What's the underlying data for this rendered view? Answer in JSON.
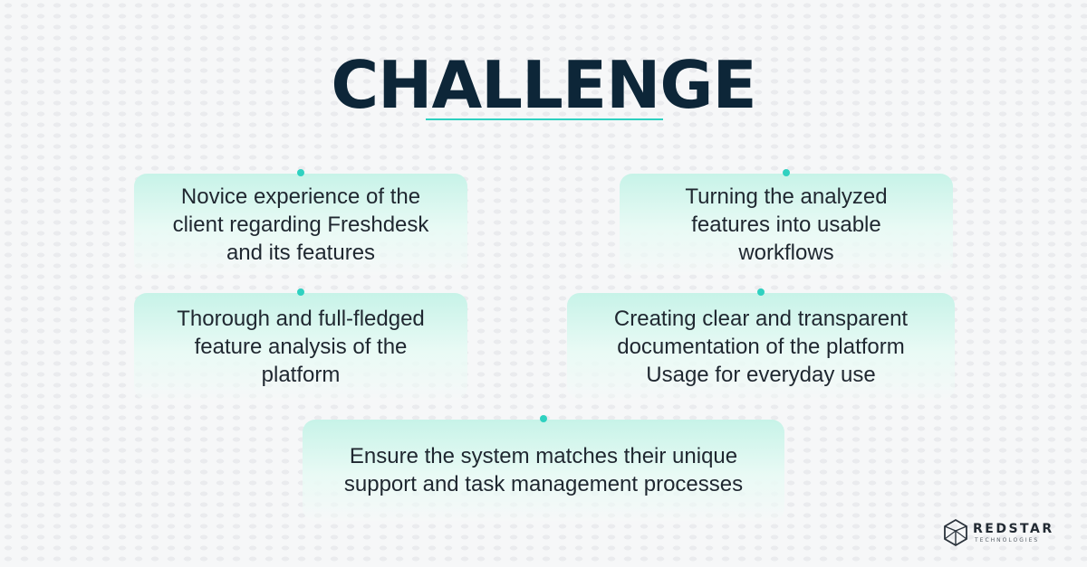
{
  "title": "CHALLENGE",
  "colors": {
    "title": "#0d2638",
    "accent": "#2fd1c0",
    "card_top": "#c7f3e8",
    "card_text": "#1f2730"
  },
  "cards": [
    {
      "text": "Novice experience of the client regarding Freshdesk and its features"
    },
    {
      "text": "Turning the analyzed features into usable workflows"
    },
    {
      "text": "Thorough and full-fledged feature analysis of the platform"
    },
    {
      "text": "Creating clear and transparent documentation of the platform Usage for everyday use"
    },
    {
      "text": "Ensure the system matches their unique support and task management processes"
    }
  ],
  "logo": {
    "name": "REDSTAR",
    "sub": "TECHNOLOGIES",
    "icon": "polyhedron-icon"
  }
}
